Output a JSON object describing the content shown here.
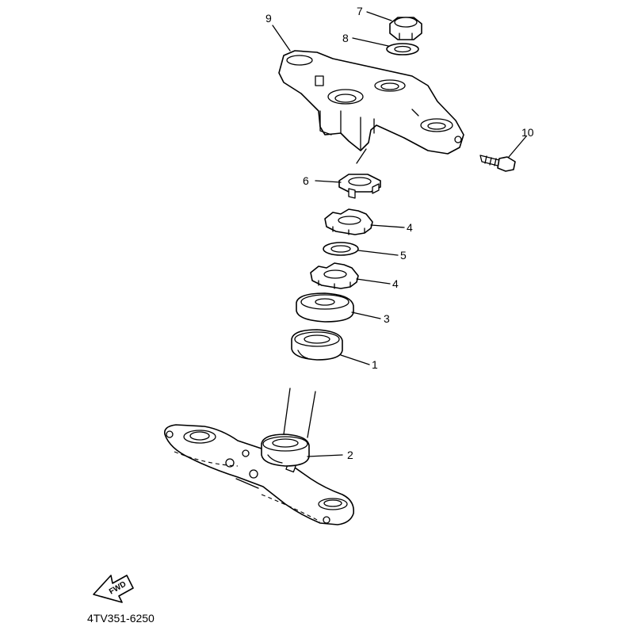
{
  "diagram": {
    "callouts": [
      {
        "id": "c9",
        "label": "9"
      },
      {
        "id": "c7",
        "label": "7"
      },
      {
        "id": "c8",
        "label": "8"
      },
      {
        "id": "c10",
        "label": "10"
      },
      {
        "id": "c6",
        "label": "6"
      },
      {
        "id": "c4a",
        "label": "4"
      },
      {
        "id": "c5",
        "label": "5"
      },
      {
        "id": "c4b",
        "label": "4"
      },
      {
        "id": "c3",
        "label": "3"
      },
      {
        "id": "c1",
        "label": "1"
      },
      {
        "id": "c2",
        "label": "2"
      }
    ],
    "forward_arrow": {
      "label": "FWD"
    },
    "part_code": "4TV351-6250"
  }
}
